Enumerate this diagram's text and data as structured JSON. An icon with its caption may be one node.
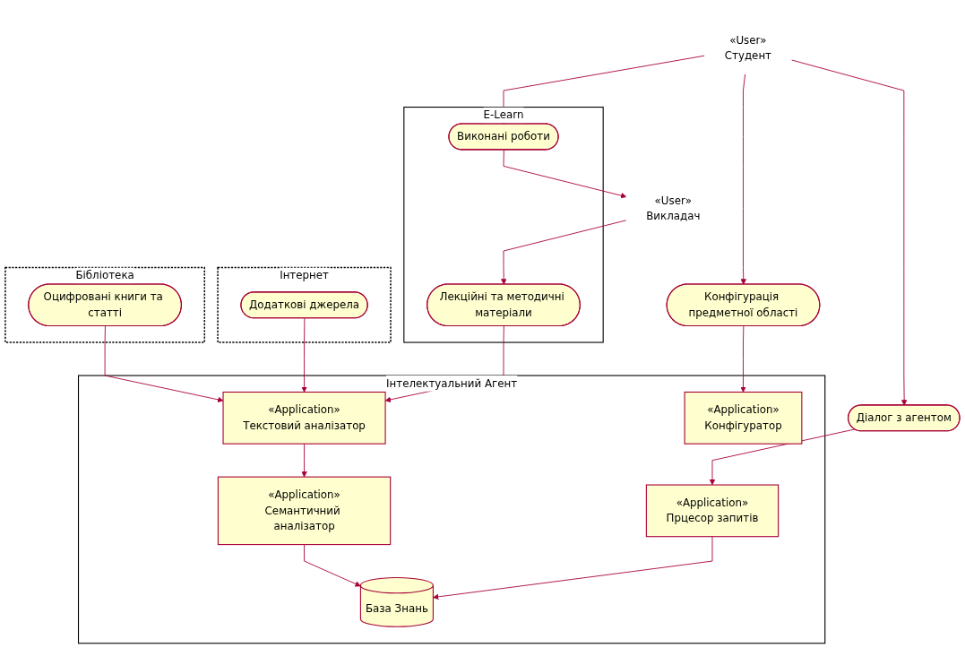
{
  "diagram": {
    "nodes": [
      {
        "text": [
          "«User»",
          "Викладач"
        ]
      },
      {
        "text": [
          "E-Learn"
        ]
      },
      {
        "text": [
          "Лекційні та методичні матеріали"
        ],
        "in": 1
      },
      {
        "text": [
          "Виконані роботи"
        ],
        "in": 1
      },
      {
        "text": [
          "Бібліотека"
        ]
      },
      {
        "text": [
          "Оцифровані книги та статті"
        ],
        "in": 4
      },
      {
        "text": [
          "Інтернет"
        ]
      },
      {
        "text": [
          "Додаткові джерела"
        ],
        "in": 6
      },
      {
        "text": [
          "Інтелектуальний Агент"
        ]
      },
      {
        "text": [
          "«Application»",
          "Текстовий аналізатор"
        ],
        "in": 8
      },
      {
        "text": [
          "«Application»",
          "Конфігуратор"
        ],
        "in": 8
      },
      {
        "text": [
          "«Application»",
          "Семантичний аналізатор"
        ],
        "in": 8
      },
      {
        "text": [
          "База Знань"
        ],
        "in": 8
      },
      {
        "text": [
          "«Application»",
          "Прцесор запитів"
        ],
        "in": 8
      },
      {
        "text": [
          "Конфігурація предметної області"
        ]
      },
      {
        "text": [
          "«User»",
          "Студент"
        ]
      },
      {
        "text": [
          "Діалог з агентом"
        ]
      }
    ],
    "edges": [
      {
        "from": 0,
        "to": 2,
        "arrow": "to"
      },
      {
        "from": 3,
        "to": 0,
        "arrow": "to"
      },
      {
        "from": 5,
        "to": 9,
        "arrow": "to"
      },
      {
        "from": 7,
        "to": 9,
        "arrow": "to"
      },
      {
        "from": 2,
        "to": 9,
        "arrow": "to"
      },
      {
        "from": 15,
        "to": 3,
        "arrow": "to"
      },
      {
        "from": 14,
        "to": 10,
        "arrow": "to"
      },
      {
        "from": 15,
        "to": 14,
        "arrow": "to"
      },
      {
        "from": 9,
        "to": 11,
        "arrow": "to"
      },
      {
        "from": 11,
        "to": 12,
        "arrow": "to"
      },
      {
        "from": 13,
        "to": 12,
        "arrow": "to"
      },
      {
        "from": 15,
        "to": 16,
        "arrow": "to"
      },
      {
        "from": 16,
        "to": 13,
        "arrow": "to"
      }
    ]
  }
}
